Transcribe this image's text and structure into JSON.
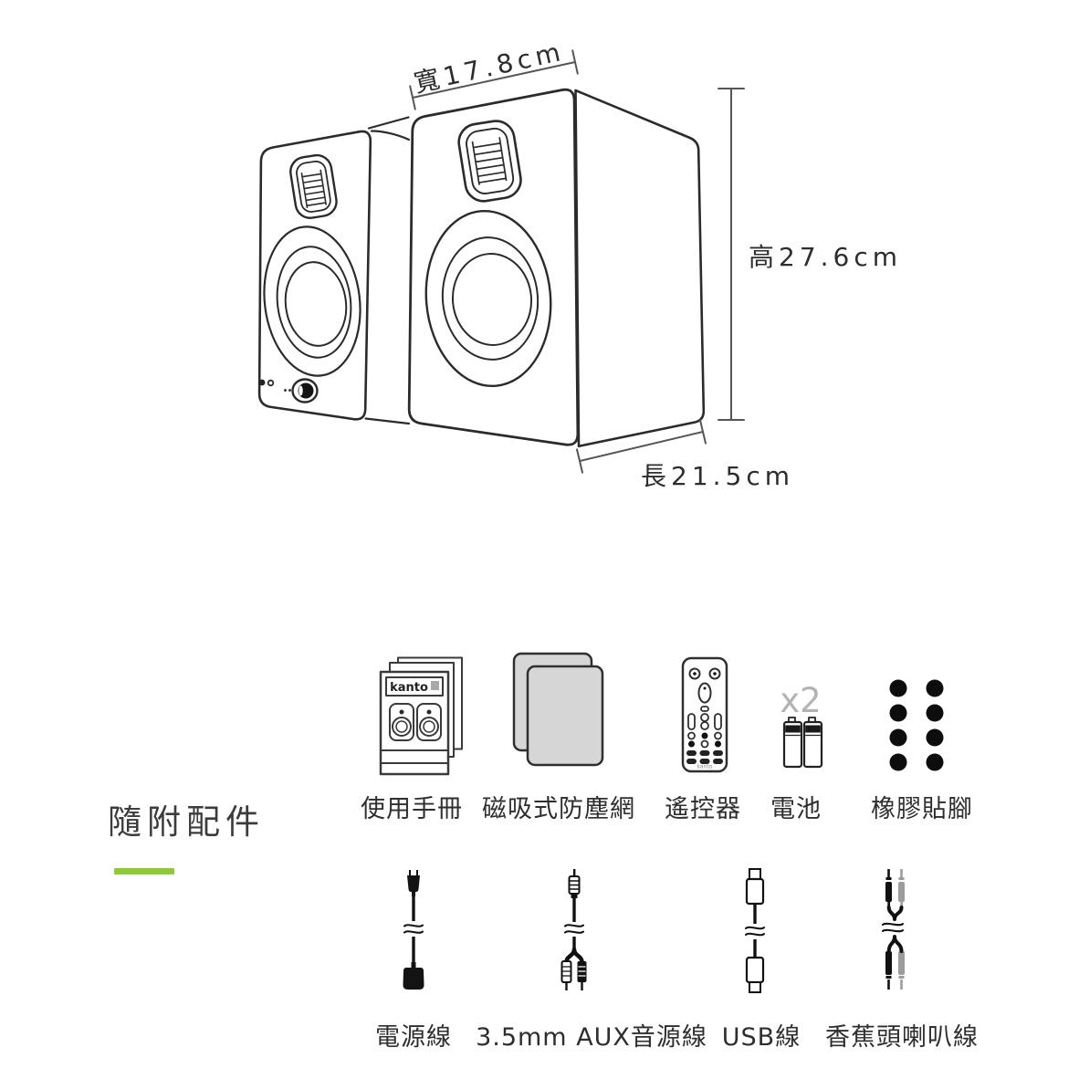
{
  "brand": "kanto",
  "diagram": {
    "width_label": "寬17.8cm",
    "height_label": "高27.6cm",
    "length_label": "長21.5cm"
  },
  "accessories": {
    "title": "隨附配件",
    "row1": [
      {
        "label": "使用手冊"
      },
      {
        "label": "磁吸式防塵網"
      },
      {
        "label": "遙控器"
      },
      {
        "label": "電池",
        "quantity": "x2"
      },
      {
        "label": "橡膠貼腳"
      }
    ],
    "row2": [
      {
        "label": "電源線"
      },
      {
        "label": "3.5mm AUX音源線"
      },
      {
        "label": "USB線"
      },
      {
        "label": "香蕉頭喇叭線"
      }
    ]
  },
  "colors": {
    "accent_green": "#8FC73E",
    "line": "#2b2b2b",
    "dim_line": "#555555",
    "gray_fill": "#d6d6d6",
    "muted_gray": "#b3b3b5"
  }
}
